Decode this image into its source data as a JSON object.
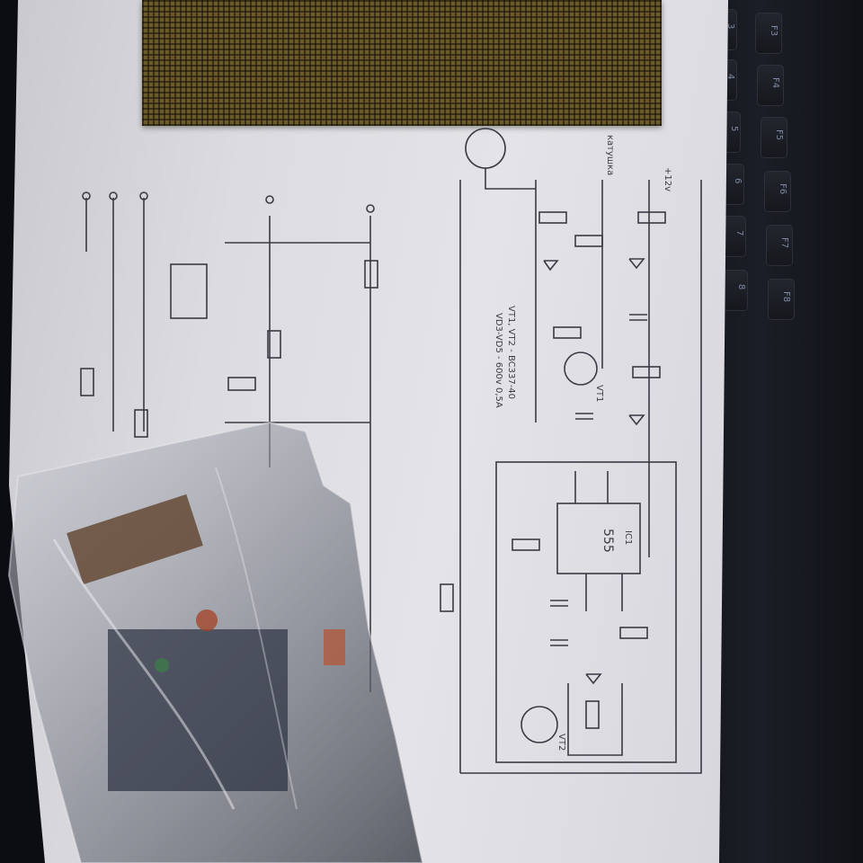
{
  "schematic": {
    "ic_ref": "IC1",
    "ic_part": "555",
    "supply": "+12v",
    "coil": "катушка",
    "transistor_q1": "VT1",
    "transistor_q2": "VT2",
    "parts_note_1": "VT1, VT2 - BC337-40",
    "parts_note_2": "VD3-VD5 - 600v 0,5A"
  },
  "colors": {
    "paper": "#dedee2",
    "ink": "#3a3a44",
    "pcb": "#6a5a2b",
    "keyboard": "#181a21",
    "key_legend": "#7f8aa6"
  },
  "keys": [
    "3",
    "4",
    "5",
    "6",
    "7",
    "8"
  ],
  "fkeys": [
    "F3",
    "F4",
    "F5",
    "F6",
    "F7",
    "F8"
  ]
}
